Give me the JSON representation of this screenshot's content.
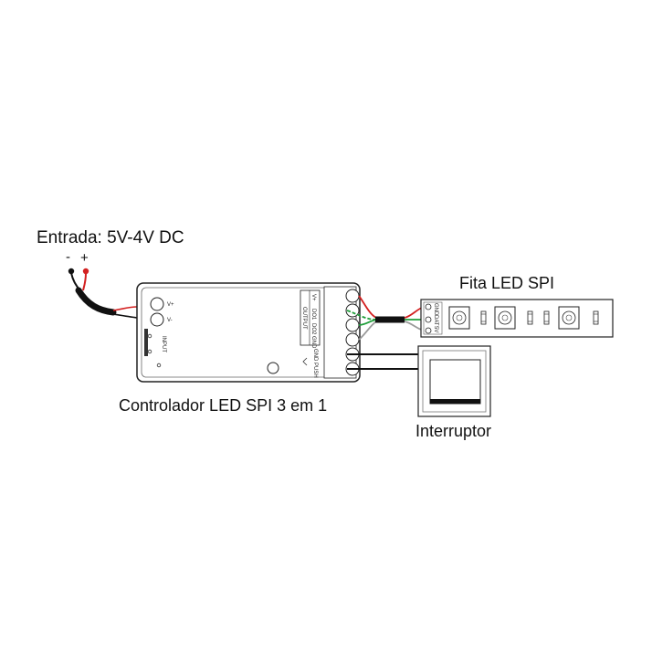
{
  "labels": {
    "input": "Entrada: 5V-4V DC",
    "minus": "-",
    "plus": "+",
    "strip": "Fita LED SPI",
    "controller": "Controlador LED SPI 3 em 1",
    "switch": "Interruptor"
  },
  "controller": {
    "power_pins": [
      "V+",
      "V-"
    ],
    "input_label": "INPUT",
    "output_label": "OUTPUT",
    "output_pins": [
      "V+",
      "DO1",
      "DO2",
      "GND"
    ],
    "push_label": "GND PUSH"
  },
  "strip": {
    "pads": [
      "GND",
      "DAT",
      "5V"
    ]
  },
  "colors": {
    "red_wire": "#d32020",
    "green_wire": "#1f9e3a",
    "black_wire": "#111111",
    "grey_wire": "#9a9a9a",
    "outline": "#222222"
  }
}
